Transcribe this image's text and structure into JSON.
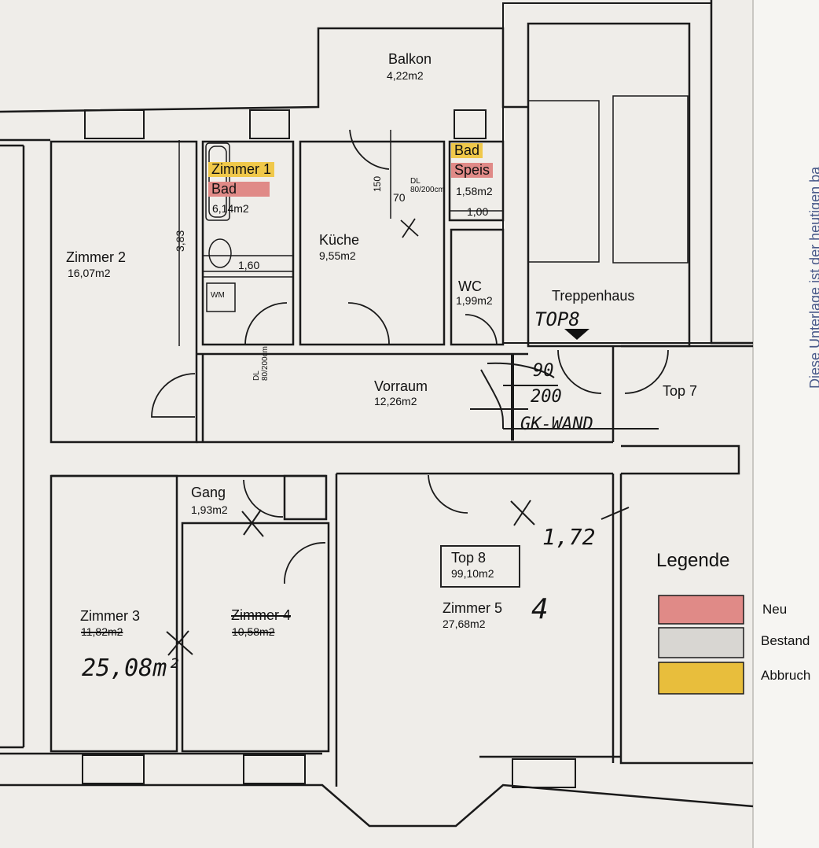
{
  "colors": {
    "neu": "#e08a87",
    "bestand": "#d8d6d2",
    "abbruch": "#e8be3c",
    "bad_tag": "#f0c84a",
    "line": "#1a1a1a",
    "paper": "#efede9"
  },
  "rooms": {
    "balkon": {
      "name": "Balkon",
      "area": "4,22m2"
    },
    "zimmer2": {
      "name": "Zimmer 2",
      "area": "16,07m2"
    },
    "bad": {
      "name_crossed": "Zimmer 1",
      "name_new": "Bad",
      "area": "6,14m2"
    },
    "kueche": {
      "name": "Küche",
      "area": "9,55m2"
    },
    "speis": {
      "name_old": "Bad",
      "name_new": "Speis",
      "area": "1,58m2"
    },
    "wc": {
      "name": "WC",
      "area": "1,99m2"
    },
    "treppenhaus": {
      "name": "Treppenhaus"
    },
    "vorraum": {
      "name": "Vorraum",
      "area": "12,26m2"
    },
    "top7": {
      "name": "Top 7"
    },
    "gang": {
      "name": "Gang",
      "area": "1,93m2"
    },
    "zimmer3": {
      "name": "Zimmer 3",
      "area_old": "11,82m2",
      "area_new": "25,08m²"
    },
    "zimmer4": {
      "name": "Zimmer 4",
      "area": "10,58m2"
    },
    "zimmer5": {
      "name": "Zimmer 5",
      "area": "27,68m2",
      "renumber": "4"
    },
    "top8": {
      "name": "Top 8",
      "area": "99,10m2"
    }
  },
  "dimensions": {
    "zimmer2_height": "3,83",
    "bad_width": "1,60",
    "kueche_door": "150",
    "kueche_door2": "70",
    "speis_width": "1,00",
    "dl_top": "DL 80/200cm",
    "dl_vorraum": "DL 80/200cm",
    "zimmer5_dim": "1,72"
  },
  "appliance": {
    "wm": "WM"
  },
  "handwritten": {
    "top8_mark": "TOP8",
    "door_90": "90",
    "door_200": "200",
    "gk_wand": "GK-WAND"
  },
  "legend": {
    "title": "Legende",
    "items": [
      {
        "label": "Neu",
        "color": "#e08a87"
      },
      {
        "label": "Bestand",
        "color": "#d8d6d2"
      },
      {
        "label": "Abbruch",
        "color": "#e8be3c"
      }
    ]
  },
  "edge_note": "Diese Unterlage ist der heutigen ba"
}
